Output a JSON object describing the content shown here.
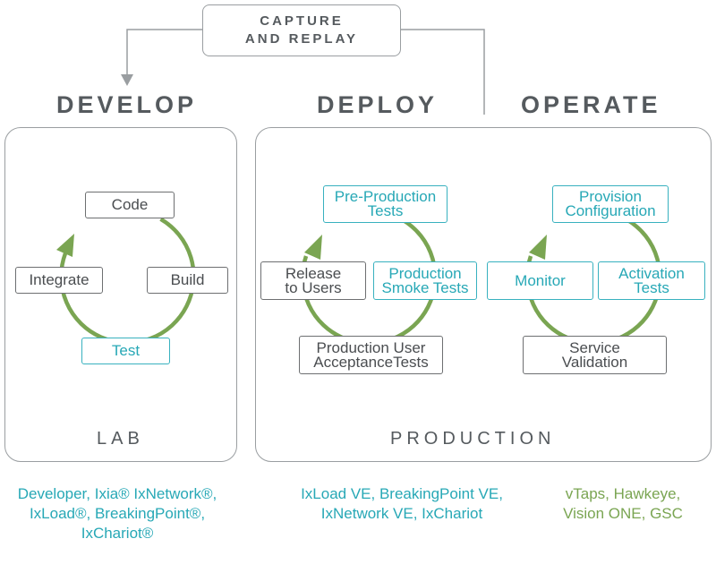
{
  "capture_replay": {
    "line1": "CAPTURE",
    "line2": "AND REPLAY"
  },
  "headings": {
    "develop": "DEVELOP",
    "deploy": "DEPLOY",
    "operate": "OPERATE"
  },
  "sections": {
    "lab": "LAB",
    "production": "PRODUCTION"
  },
  "develop_cycle": {
    "code": "Code",
    "build": "Build",
    "test": "Test",
    "integrate": "Integrate"
  },
  "deploy_cycle": {
    "pre_production": [
      "Pre-Production",
      "Tests"
    ],
    "production_smoke": [
      "Production",
      "Smoke Tests"
    ],
    "user_acceptance": [
      "Production User",
      "AcceptanceTests"
    ],
    "release": [
      "Release",
      "to Users"
    ]
  },
  "operate_cycle": {
    "provision": [
      "Provision",
      "Configuration"
    ],
    "activation": [
      "Activation",
      "Tests"
    ],
    "service_validation": [
      "Service",
      "Validation"
    ],
    "monitor": "Monitor"
  },
  "products": {
    "develop": [
      "Developer, Ixia® IxNetwork®,",
      "IxLoad®, BreakingPoint®,",
      "IxChariot®"
    ],
    "deploy": [
      "IxLoad VE, BreakingPoint VE,",
      "IxNetwork VE, IxChariot"
    ],
    "operate": [
      "vTaps, Hawkeye,",
      "Vision ONE, GSC"
    ]
  },
  "colors": {
    "cycle_green": "#7aa552",
    "teal": "#27a8b6",
    "gray": "#555a5e",
    "border": "#9a9ea1"
  }
}
